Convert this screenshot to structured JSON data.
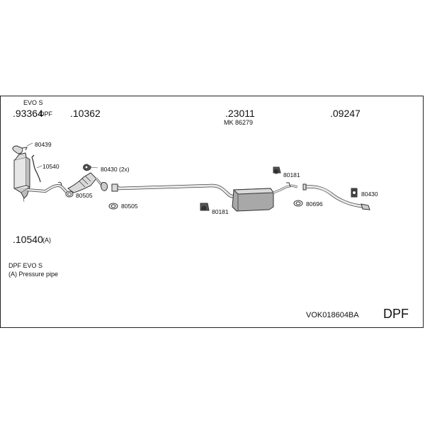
{
  "header": {
    "evo_label": "EVO S",
    "pn1_main": ".93364",
    "pn1_suffix": "DPF",
    "pn2": ".10362",
    "pn3": ".23011",
    "pn3_sub": "MK 86279",
    "pn4": ".09247"
  },
  "parts": {
    "p80439": "80439",
    "p10540": "10540",
    "p80505_a": "80505",
    "p80430_2x": "80430 (2x)",
    "p80505_b": "80505",
    "p80181_a": "80181",
    "p80181_b": "80181",
    "p80696": "80696",
    "p80430": "80430"
  },
  "pressure_pipe": {
    "main": ".10540",
    "suffix": "(A)"
  },
  "legend": {
    "line1": "DPF EVO S",
    "line2": "(A) Pressure pipe"
  },
  "footer": {
    "code": "VOK018604BA",
    "type": "DPF"
  },
  "colors": {
    "line": "#333333",
    "fill_light": "#d9d9d9",
    "fill_mid": "#a8a8a8",
    "fill_dark": "#555555"
  }
}
